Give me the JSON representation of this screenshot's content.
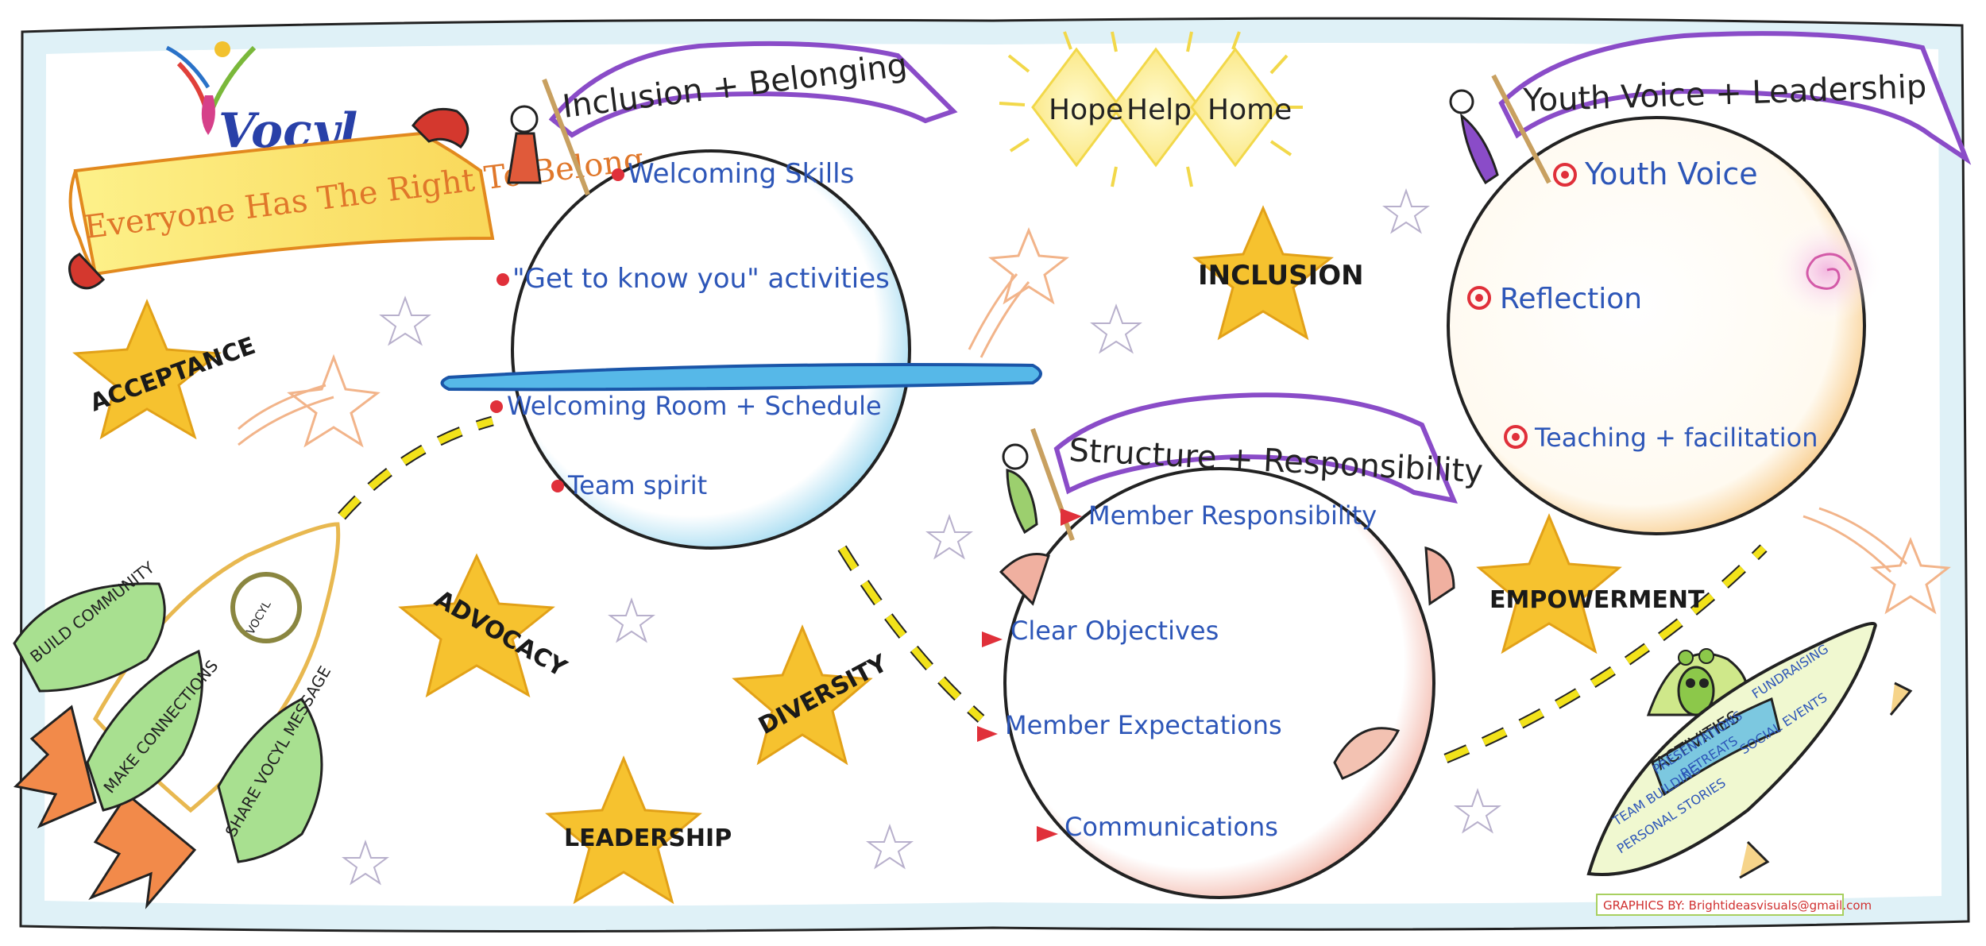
{
  "logo": {
    "name": "Vocyl"
  },
  "banner": {
    "motto": "Everyone Has The Right To Belong"
  },
  "top_center": {
    "words": [
      "Hope",
      "Help",
      "Home"
    ]
  },
  "planet_inclusion": {
    "title": "Inclusion + Belonging",
    "items": [
      "Welcoming Skills",
      "\"Get to know you\" activities",
      "Welcoming Room + Schedule",
      "Team spirit"
    ]
  },
  "planet_structure": {
    "title": "Structure + Responsibility",
    "items": [
      "Member Responsibility",
      "Clear Objectives",
      "Member Expectations",
      "Communications"
    ]
  },
  "planet_youth": {
    "title": "Youth Voice + Leadership",
    "items": [
      "Youth Voice",
      "Reflection",
      "Teaching + facilitation"
    ]
  },
  "stars": {
    "acceptance": "ACCEPTANCE",
    "inclusion": "INCLUSION",
    "advocacy": "ADVOCACY",
    "diversity": "DIVERSITY",
    "leadership": "LEADERSHIP",
    "empowerment": "EMPOWERMENT"
  },
  "rocket": {
    "window_label": "VOCYL",
    "fins": [
      "BUILD COMMUNITY",
      "MAKE CONNECTIONS",
      "SHARE VOCYL MESSAGE"
    ]
  },
  "ufo": {
    "label": "ACTIVITIES",
    "checklist": [
      "PRESENTATIONS",
      "FUNDRAISING",
      "RETREATS",
      "SOCIAL EVENTS",
      "TEAM BUILDING",
      "PERSONAL STORIES"
    ]
  },
  "credit": "GRAPHICS BY: Brightideasvisuals@gmail.com",
  "colors": {
    "border": "#7fc8dc",
    "star": "#f6c22f",
    "planet_blue": "#6cc6e6",
    "planet_red": "#e07d6a",
    "planet_orange": "#f2a43a",
    "ribbon": "#9b5fd0",
    "ink_blue": "#2d56b8",
    "path_dash": "#f2e21a"
  }
}
